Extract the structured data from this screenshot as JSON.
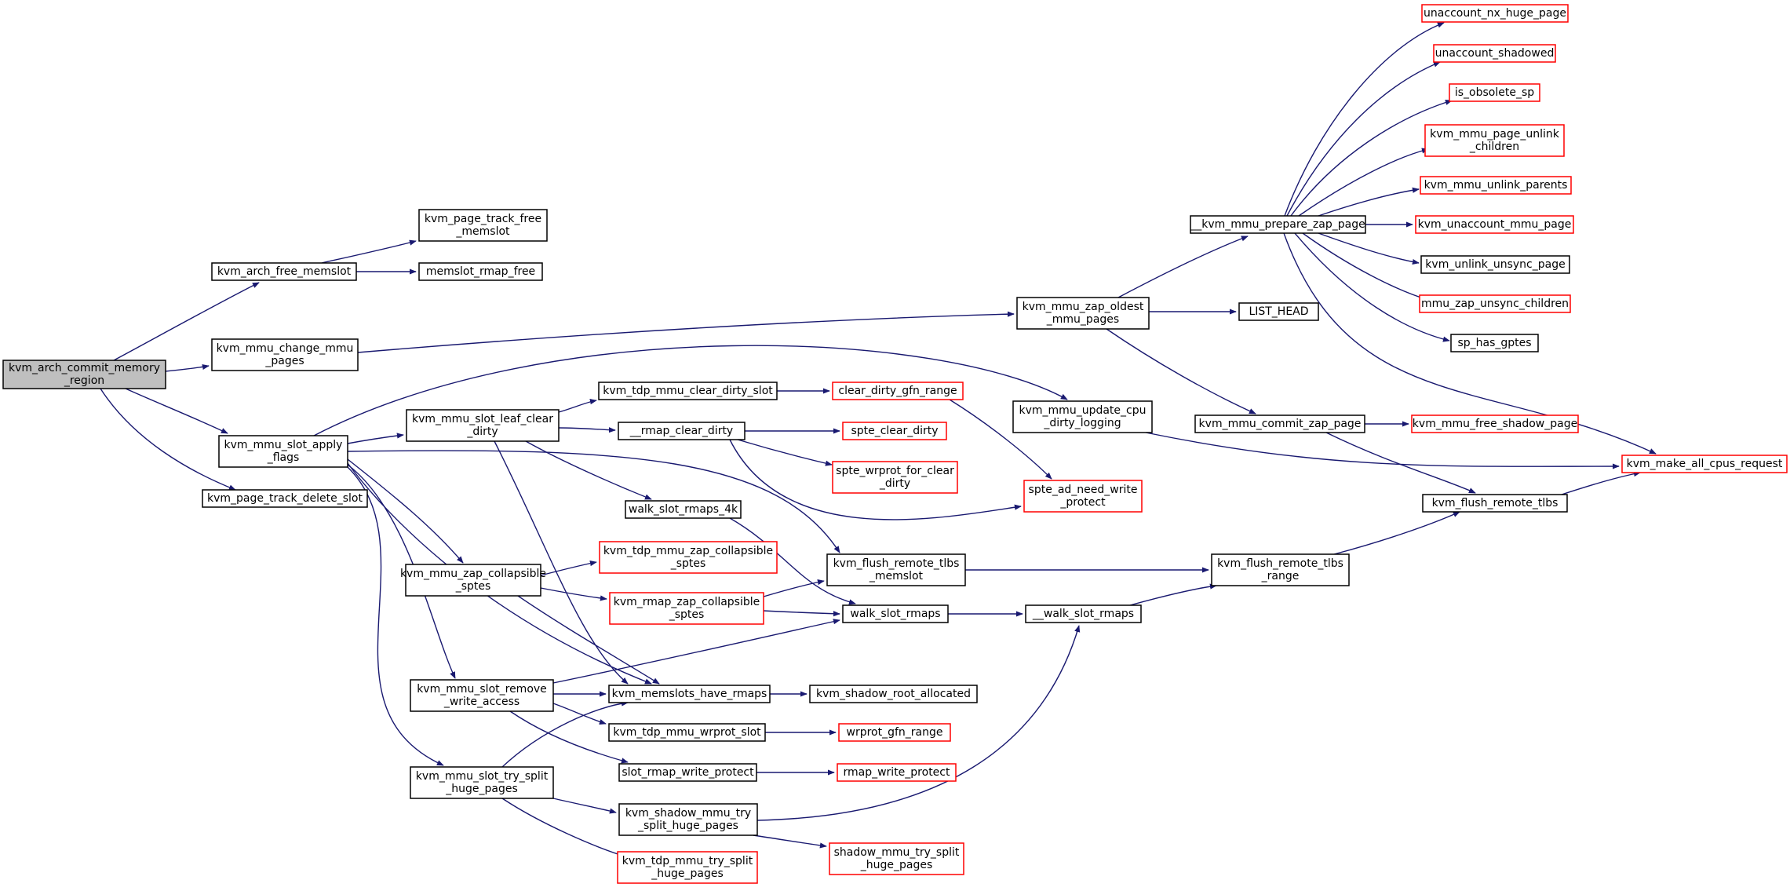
{
  "graph": {
    "colors": {
      "edge": "#191970",
      "border_default": "#000000",
      "border_red": "#ff0000",
      "root_fill": "#bfbfbf"
    },
    "nodes": [
      {
        "id": "n_root",
        "lines": [
          "kvm_arch_commit_memory",
          "_region"
        ],
        "style": "root"
      },
      {
        "id": "n_free_memslot",
        "lines": [
          "kvm_arch_free_memslot"
        ],
        "style": "black"
      },
      {
        "id": "n_pt_free_memslot",
        "lines": [
          "kvm_page_track_free",
          "_memslot"
        ],
        "style": "black"
      },
      {
        "id": "n_memslot_rmap_free",
        "lines": [
          "memslot_rmap_free"
        ],
        "style": "black"
      },
      {
        "id": "n_change_mmu_pages",
        "lines": [
          "kvm_mmu_change_mmu",
          "_pages"
        ],
        "style": "black"
      },
      {
        "id": "n_slot_apply_flags",
        "lines": [
          "kvm_mmu_slot_apply",
          "_flags"
        ],
        "style": "black"
      },
      {
        "id": "n_pt_delete_slot",
        "lines": [
          "kvm_page_track_delete_slot"
        ],
        "style": "black"
      },
      {
        "id": "n_zap_oldest",
        "lines": [
          "kvm_mmu_zap_oldest",
          "_mmu_pages"
        ],
        "style": "black"
      },
      {
        "id": "n_prepare_zap",
        "lines": [
          "__kvm_mmu_prepare_zap_page"
        ],
        "style": "black"
      },
      {
        "id": "n_list_head",
        "lines": [
          "LIST_HEAD"
        ],
        "style": "black"
      },
      {
        "id": "n_commit_zap",
        "lines": [
          "kvm_mmu_commit_zap_page"
        ],
        "style": "black"
      },
      {
        "id": "n_unaccount_nx",
        "lines": [
          "unaccount_nx_huge_page"
        ],
        "style": "red"
      },
      {
        "id": "n_unaccount_shadowed",
        "lines": [
          "unaccount_shadowed"
        ],
        "style": "red"
      },
      {
        "id": "n_is_obsolete",
        "lines": [
          "is_obsolete_sp"
        ],
        "style": "red"
      },
      {
        "id": "n_page_unlink_children",
        "lines": [
          "kvm_mmu_page_unlink",
          "_children"
        ],
        "style": "red"
      },
      {
        "id": "n_unlink_parents",
        "lines": [
          "kvm_mmu_unlink_parents"
        ],
        "style": "red"
      },
      {
        "id": "n_unaccount_mmu_page",
        "lines": [
          "kvm_unaccount_mmu_page"
        ],
        "style": "red"
      },
      {
        "id": "n_unlink_unsync",
        "lines": [
          "kvm_unlink_unsync_page"
        ],
        "style": "black"
      },
      {
        "id": "n_zap_unsync_children",
        "lines": [
          "mmu_zap_unsync_children"
        ],
        "style": "red"
      },
      {
        "id": "n_sp_has_gptes",
        "lines": [
          "sp_has_gptes"
        ],
        "style": "black"
      },
      {
        "id": "n_free_shadow_page",
        "lines": [
          "kvm_mmu_free_shadow_page"
        ],
        "style": "red"
      },
      {
        "id": "n_make_all_cpus",
        "lines": [
          "kvm_make_all_cpus_request"
        ],
        "style": "red"
      },
      {
        "id": "n_flush_remote_tlbs",
        "lines": [
          "kvm_flush_remote_tlbs"
        ],
        "style": "black"
      },
      {
        "id": "n_leaf_clear_dirty",
        "lines": [
          "kvm_mmu_slot_leaf_clear",
          "_dirty"
        ],
        "style": "black"
      },
      {
        "id": "n_tdp_clear_dirty_slot",
        "lines": [
          "kvm_tdp_mmu_clear_dirty_slot"
        ],
        "style": "black"
      },
      {
        "id": "n_clear_dirty_gfn",
        "lines": [
          "clear_dirty_gfn_range"
        ],
        "style": "red"
      },
      {
        "id": "n_rmap_clear_dirty",
        "lines": [
          "__rmap_clear_dirty"
        ],
        "style": "black"
      },
      {
        "id": "n_spte_clear_dirty",
        "lines": [
          "spte_clear_dirty"
        ],
        "style": "red"
      },
      {
        "id": "n_spte_wrprot",
        "lines": [
          "spte_wrprot_for_clear",
          "_dirty"
        ],
        "style": "red"
      },
      {
        "id": "n_update_cpu_dirty",
        "lines": [
          "kvm_mmu_update_cpu",
          "_dirty_logging"
        ],
        "style": "black"
      },
      {
        "id": "n_spte_ad_need",
        "lines": [
          "spte_ad_need_write",
          "_protect"
        ],
        "style": "red"
      },
      {
        "id": "n_walk_rmaps_4k",
        "lines": [
          "walk_slot_rmaps_4k"
        ],
        "style": "black"
      },
      {
        "id": "n_zap_collapsible",
        "lines": [
          "kvm_mmu_zap_collapsible",
          "_sptes"
        ],
        "style": "black"
      },
      {
        "id": "n_tdp_zap_collapsible",
        "lines": [
          "kvm_tdp_mmu_zap_collapsible",
          "_sptes"
        ],
        "style": "red"
      },
      {
        "id": "n_rmap_zap_collapsible",
        "lines": [
          "kvm_rmap_zap_collapsible",
          "_sptes"
        ],
        "style": "red"
      },
      {
        "id": "n_flush_tlbs_memslot",
        "lines": [
          "kvm_flush_remote_tlbs",
          "_memslot"
        ],
        "style": "black"
      },
      {
        "id": "n_flush_tlbs_range",
        "lines": [
          "kvm_flush_remote_tlbs",
          "_range"
        ],
        "style": "black"
      },
      {
        "id": "n_walk_slot_rmaps",
        "lines": [
          "walk_slot_rmaps"
        ],
        "style": "black"
      },
      {
        "id": "n__walk_slot_rmaps",
        "lines": [
          "__walk_slot_rmaps"
        ],
        "style": "black"
      },
      {
        "id": "n_remove_write",
        "lines": [
          "kvm_mmu_slot_remove",
          "_write_access"
        ],
        "style": "black"
      },
      {
        "id": "n_memslots_have_rmaps",
        "lines": [
          "kvm_memslots_have_rmaps"
        ],
        "style": "black"
      },
      {
        "id": "n_shadow_root_alloc",
        "lines": [
          "kvm_shadow_root_allocated"
        ],
        "style": "black"
      },
      {
        "id": "n_tdp_wrprot_slot",
        "lines": [
          "kvm_tdp_mmu_wrprot_slot"
        ],
        "style": "black"
      },
      {
        "id": "n_wrprot_gfn",
        "lines": [
          "wrprot_gfn_range"
        ],
        "style": "red"
      },
      {
        "id": "n_slot_rmap_wp",
        "lines": [
          "slot_rmap_write_protect"
        ],
        "style": "black"
      },
      {
        "id": "n_rmap_wp",
        "lines": [
          "rmap_write_protect"
        ],
        "style": "red"
      },
      {
        "id": "n_try_split",
        "lines": [
          "kvm_mmu_slot_try_split",
          "_huge_pages"
        ],
        "style": "black"
      },
      {
        "id": "n_shadow_try_split",
        "lines": [
          "kvm_shadow_mmu_try",
          "_split_huge_pages"
        ],
        "style": "black"
      },
      {
        "id": "n_shadow_mmu_try_split",
        "lines": [
          "shadow_mmu_try_split",
          "_huge_pages"
        ],
        "style": "red"
      },
      {
        "id": "n_tdp_try_split",
        "lines": [
          "kvm_tdp_mmu_try_split",
          "_huge_pages"
        ],
        "style": "red"
      }
    ]
  }
}
